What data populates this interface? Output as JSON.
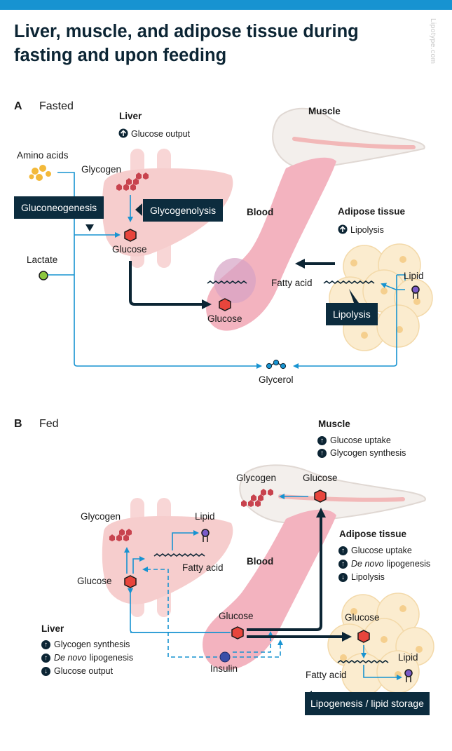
{
  "title": "Liver, muscle, and adipose tissue during fasting and upon feeding",
  "watermark": "Lipotype.com",
  "panel_a": {
    "letter": "A",
    "name": "Fasted",
    "liver_label": "Liver",
    "liver_indicator": "Glucose output",
    "muscle_label": "Muscle",
    "blood_label": "Blood",
    "adipose_label": "Adipose tissue",
    "adipose_indicator": "Lipolysis",
    "amino_acids": "Amino acids",
    "glycogen": "Glycogen",
    "gluconeogenesis": "Gluconeogenesis",
    "glycogenolysis": "Glycogenolysis",
    "glucose_liver": "Glucose",
    "lactate": "Lactate",
    "glucose_blood": "Glucose",
    "fatty_acid": "Fatty acid",
    "lipid": "Lipid",
    "lipolysis_box": "Lipolysis",
    "glycerol": "Glycerol"
  },
  "panel_b": {
    "letter": "B",
    "name": "Fed",
    "muscle_label": "Muscle",
    "muscle_indicators": [
      {
        "dir": "up",
        "pre": "",
        "text": "Glucose uptake"
      },
      {
        "dir": "up",
        "pre": "",
        "text": "Glycogen synthesis"
      }
    ],
    "muscle_glycogen": "Glycogen",
    "muscle_glucose": "Glucose",
    "adipose_label": "Adipose tissue",
    "adipose_indicators": [
      {
        "dir": "up",
        "pre": "",
        "text": "Glucose uptake"
      },
      {
        "dir": "up",
        "pre": "De novo",
        "text": "lipogenesis"
      },
      {
        "dir": "down",
        "pre": "",
        "text": "Lipolysis"
      }
    ],
    "blood_label": "Blood",
    "liver_glycogen": "Glycogen",
    "liver_lipid": "Lipid",
    "liver_fatty_acid": "Fatty acid",
    "liver_glucose": "Glucose",
    "blood_glucose": "Glucose",
    "insulin": "Insulin",
    "liver_label": "Liver",
    "liver_indicators": [
      {
        "dir": "up",
        "pre": "",
        "text": "Glycogen synthesis"
      },
      {
        "dir": "up",
        "pre": "De novo",
        "text": "lipogenesis"
      },
      {
        "dir": "down",
        "pre": "",
        "text": "Glucose output"
      }
    ],
    "adipose_glucose": "Glucose",
    "adipose_lipid": "Lipid",
    "adipose_fatty_acid": "Fatty acid",
    "lipogenesis_box": "Lipogenesis / lipid storage"
  },
  "colors": {
    "accent_blue": "#1793d1",
    "dark_navy": "#0c2c3e",
    "glucose_red": "#e8453c",
    "liver_pink": "#f6cdcd",
    "adipose_yellow": "#fbeccf",
    "lactate_green": "#8cc63f"
  }
}
